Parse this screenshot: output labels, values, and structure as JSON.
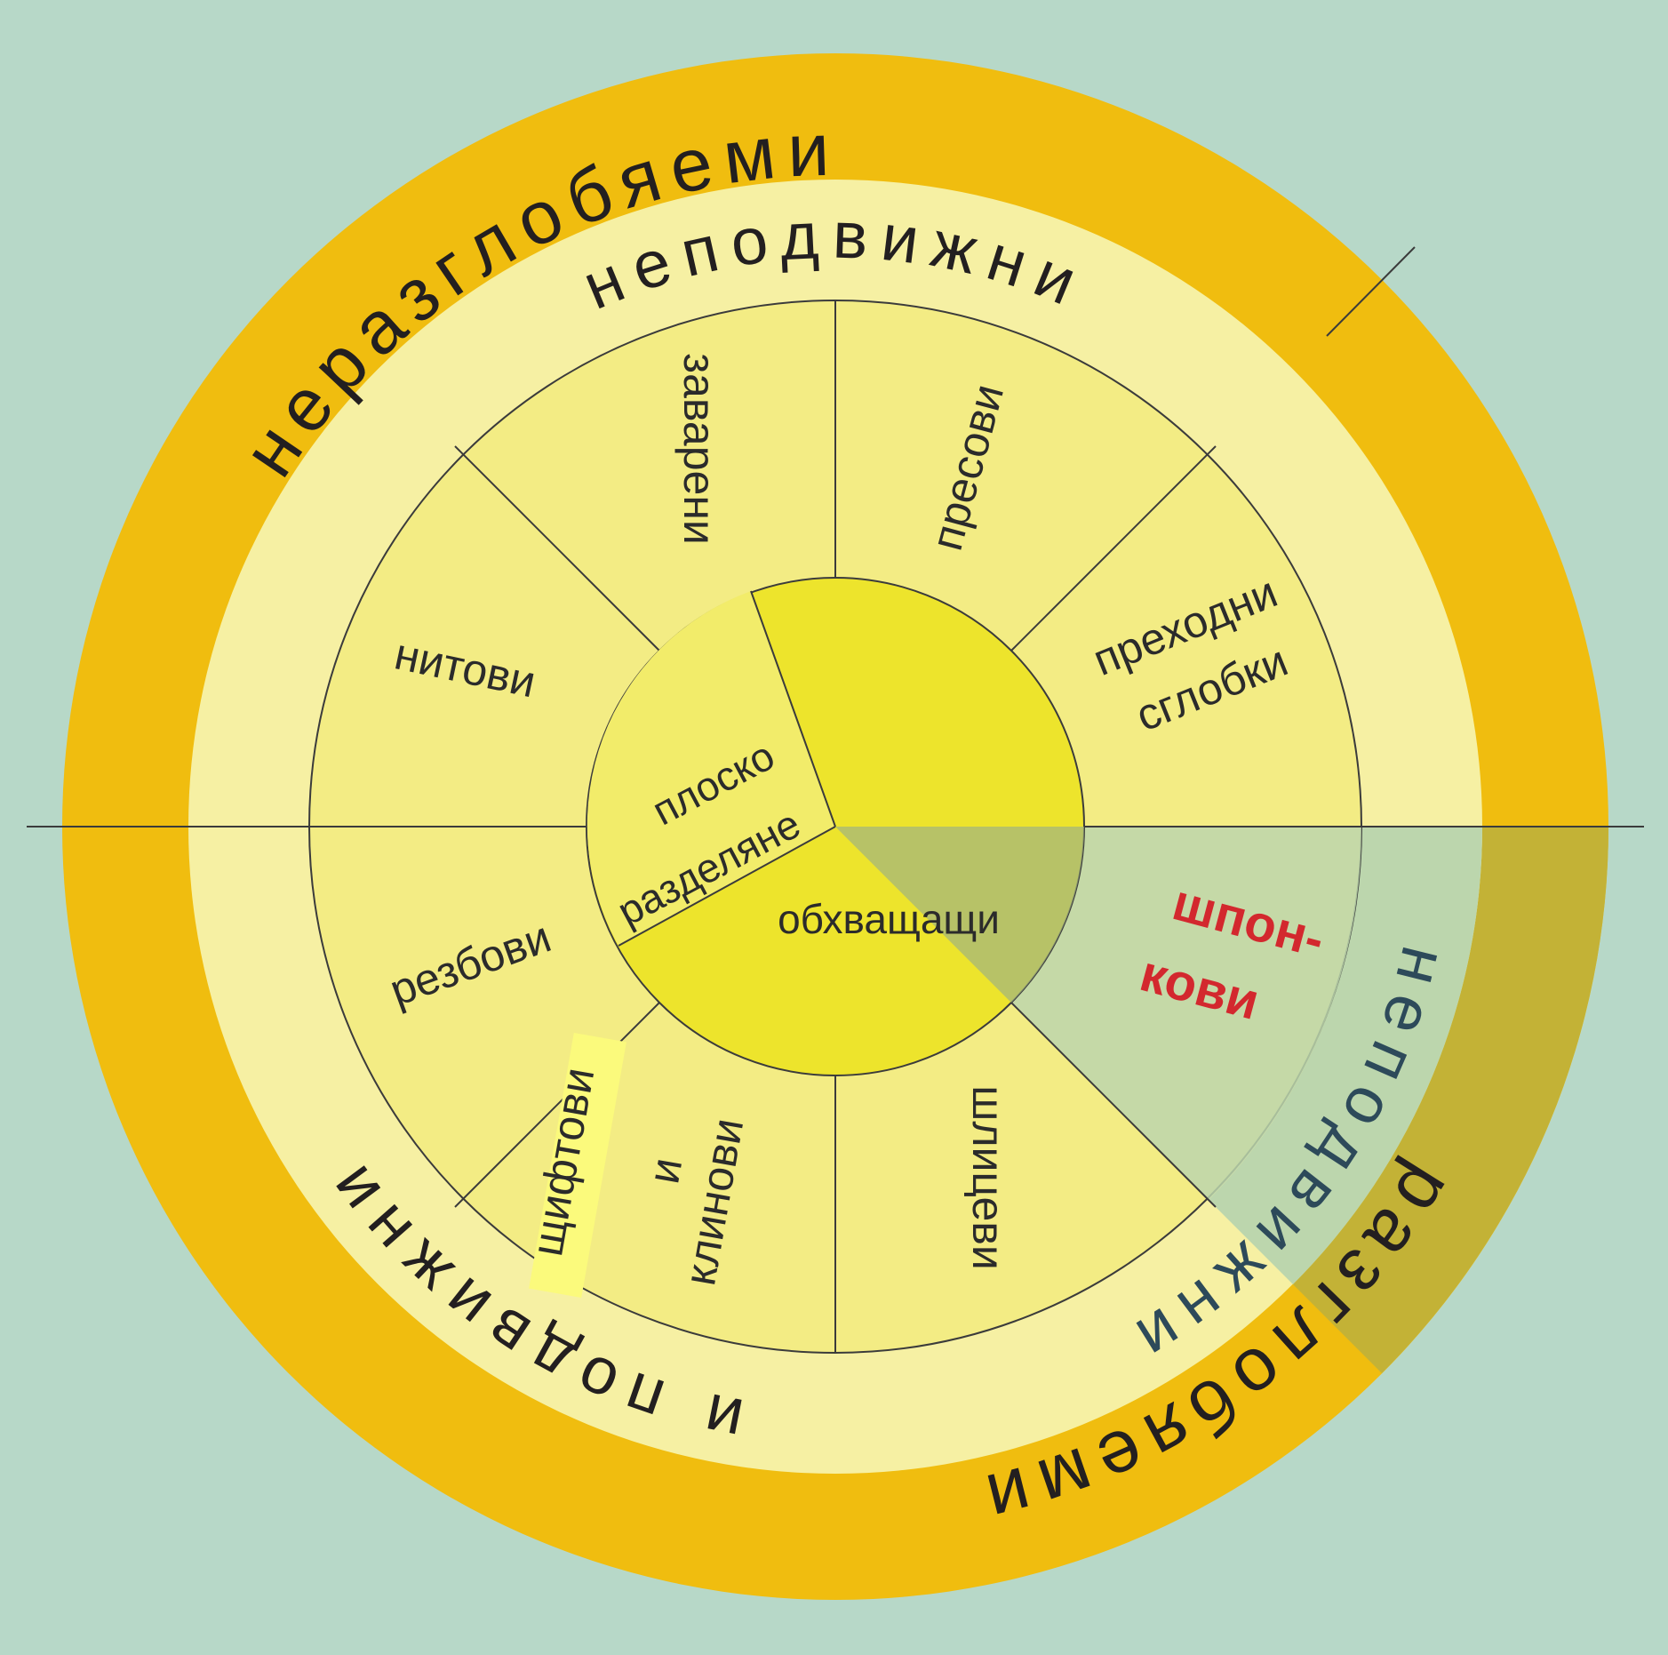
{
  "colors": {
    "background": "#b7d8c8",
    "outer_ring": "#f0bd0f",
    "middle_ring": "#f6f0a3",
    "sector": "#f3ec84",
    "core": "#ede42c",
    "keyed_overlay": "#9fb380",
    "keyed_outer": "#c3b236",
    "highlight": "#fbfa7c",
    "keys_text": "#d3282e",
    "rim_text": "#2d4a5a"
  },
  "diagram": {
    "outer_top": "неразглобяеми",
    "outer_bottom_right": "разглобяеми",
    "middle_top": "неподвижни",
    "middle_bottom": "и подвижни",
    "middle_right": "неподвижни",
    "sectors": {
      "welded": "заварени",
      "pressed": "пресови",
      "transitional_1": "преходни",
      "transitional_2": "сглобки",
      "riveted": "нитови",
      "threaded": "резбови",
      "pins": "щифтови",
      "and": "и",
      "wedges": "клинови",
      "splines": "шлицеви",
      "keys_1": "шпон-",
      "keys_2": "кови"
    },
    "core": {
      "flat": "плоско",
      "split": "разделяне",
      "enclosing": "обхващащи"
    }
  }
}
